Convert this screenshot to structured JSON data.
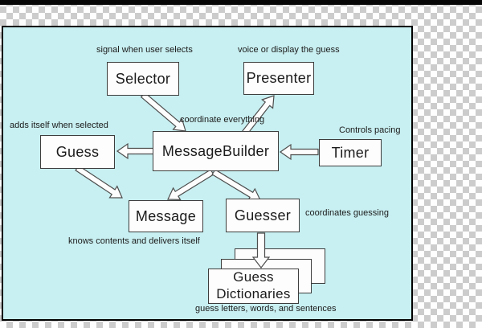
{
  "canvas": {
    "top_bar_color": "#060606",
    "checker_light": "#fefefe",
    "checker_dark": "#cccccc",
    "diagram_bg": "#c8eff1",
    "diagram_border": "#000000",
    "box_fill": "#fdfdfd",
    "box_border": "#3d3d3d",
    "text_color": "#1b1b1b"
  },
  "diagram": {
    "nodes": {
      "selector": {
        "label": "Selector"
      },
      "presenter": {
        "label": "Presenter"
      },
      "guess": {
        "label": "Guess"
      },
      "message_builder": {
        "label": "MessageBuilder"
      },
      "timer": {
        "label": "Timer"
      },
      "message": {
        "label": "Message"
      },
      "guesser": {
        "label": "Guesser"
      },
      "guess_dictionaries": {
        "label_line1": "Guess",
        "label_line2": "Dictionaries"
      }
    },
    "annotations": {
      "selector_note": "signal when user selects",
      "presenter_note": "voice or display the guess",
      "guess_note": "adds itself when selected",
      "message_builder_note": "coordinate everything",
      "timer_note": "Controls pacing",
      "guesser_note": "coordinates guessing",
      "message_note": "knows contents and delivers itself",
      "guess_dictionaries_note": "guess letters, words, and sentences"
    },
    "edges": [
      {
        "from": "Selector",
        "to": "MessageBuilder"
      },
      {
        "from": "MessageBuilder",
        "to": "Presenter"
      },
      {
        "from": "MessageBuilder",
        "to": "Guess"
      },
      {
        "from": "Timer",
        "to": "MessageBuilder"
      },
      {
        "from": "MessageBuilder",
        "to": "Message"
      },
      {
        "from": "MessageBuilder",
        "to": "Guesser"
      },
      {
        "from": "Guess",
        "to": "Message"
      },
      {
        "from": "Guesser",
        "to": "Guess Dictionaries"
      }
    ]
  }
}
